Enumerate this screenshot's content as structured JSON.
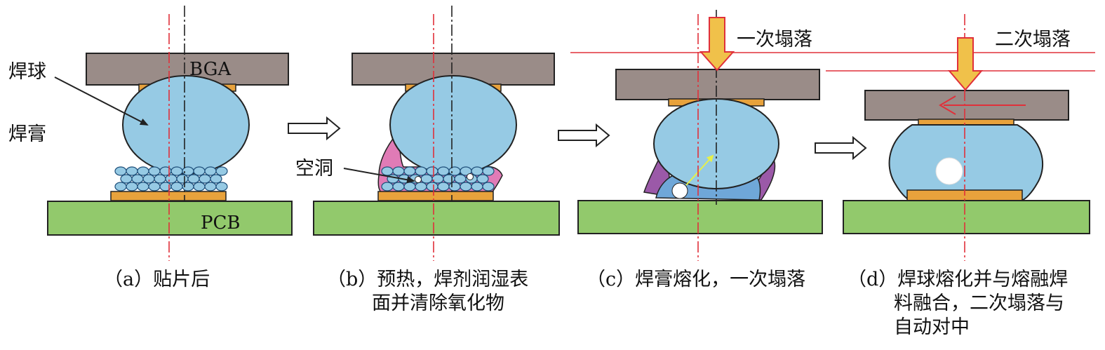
{
  "labels": {
    "bga": "BGA",
    "pcb": "PCB",
    "solder_ball": "焊球",
    "solder_paste": "焊膏",
    "void": "空洞",
    "first_collapse": "一次塌落",
    "second_collapse": "二次塌落"
  },
  "captions": {
    "a": {
      "line1": "（a）贴片后",
      "line2": "",
      "line3": ""
    },
    "b": {
      "line1": "（b）预热，焊剂润湿表",
      "line2": "面并清除氧化物",
      "line3": ""
    },
    "c": {
      "line1": "（c）焊膏熔化，一次塌落",
      "line2": "",
      "line3": ""
    },
    "d": {
      "line1": "（d）焊球熔化并与熔融焊",
      "line2": "料融合，二次塌落与",
      "line3": "自动对中"
    }
  },
  "colors": {
    "bga_chip": "#9a8c88",
    "pad": "#e8a23c",
    "solder_ball": "#96cae4",
    "pcb": "#92c96c",
    "flux": "#e07bb6",
    "molten_paste": "#6fa7d8",
    "residue": "#9b59a8",
    "collapse_arrow": "#f0c14a",
    "reference_line": "#e0303a",
    "axis_line": "#222222",
    "void": "#ffffff"
  }
}
